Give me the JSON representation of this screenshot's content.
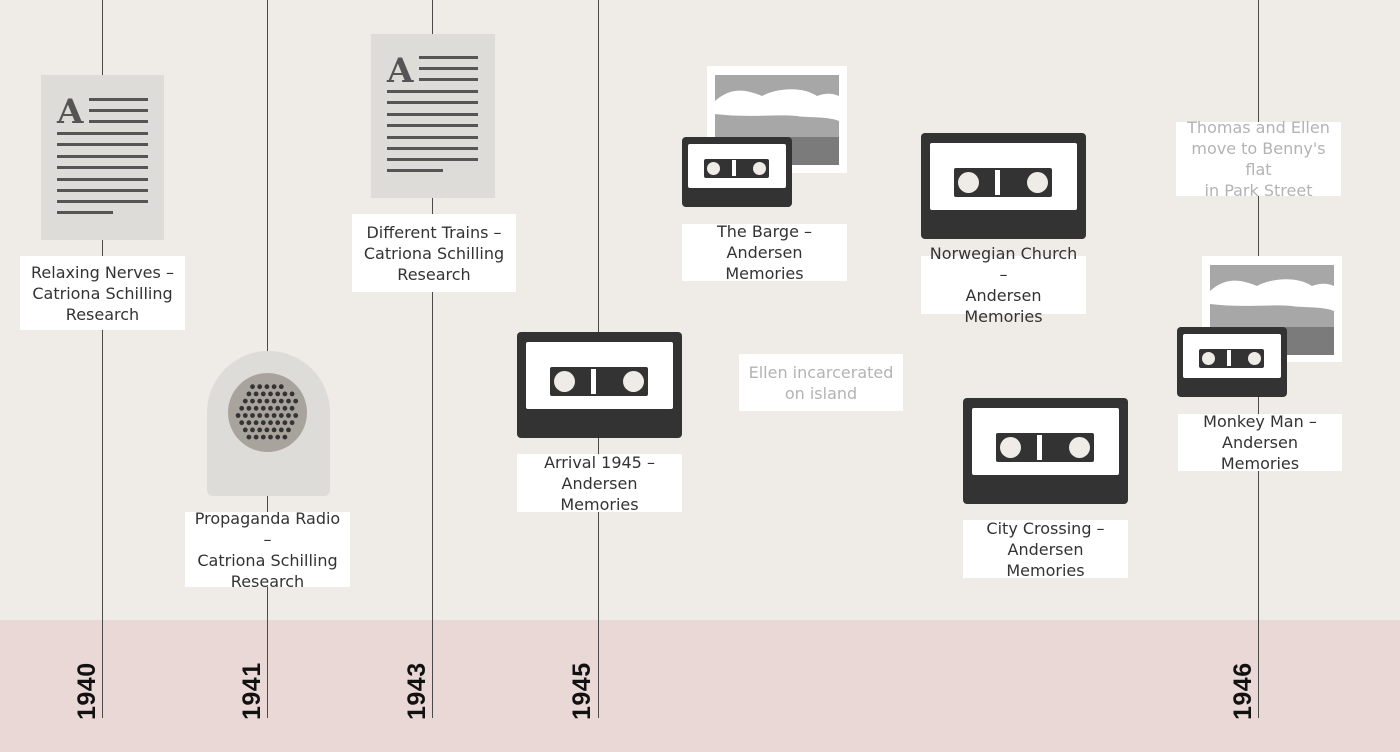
{
  "years": [
    "1940",
    "1941",
    "1943",
    "1945",
    "1946"
  ],
  "events": {
    "relaxing_nerves": "Relaxing Nerves –\nCatriona Schilling\nResearch",
    "propaganda_radio": "Propaganda Radio –\nCatriona Schilling\nResearch",
    "different_trains": "Different Trains –\nCatriona Schilling\nResearch",
    "arrival_1945": "Arrival 1945 –\nAndersen Memories",
    "the_barge": "The Barge –\nAndersen Memories",
    "ellen_incarcerated": "Ellen incarcerated\non island",
    "norwegian_church": "Norwegian Church –\nAndersen Memories",
    "city_crossing": "City Crossing –\nAndersen Memories",
    "thomas_and_ellen": "Thomas and Ellen\nmove to Benny's flat\nin Park Street",
    "monkey_man": "Monkey Man –\nAndersen Memories"
  },
  "icons": {
    "document": "document-icon",
    "radio": "radio-icon",
    "cassette": "cassette-icon",
    "photo": "photo-icon"
  },
  "colors": {
    "background": "#efebe6",
    "year_band": "#ead8d6",
    "icon_dark": "#333333",
    "icon_light": "#dddcd9"
  }
}
